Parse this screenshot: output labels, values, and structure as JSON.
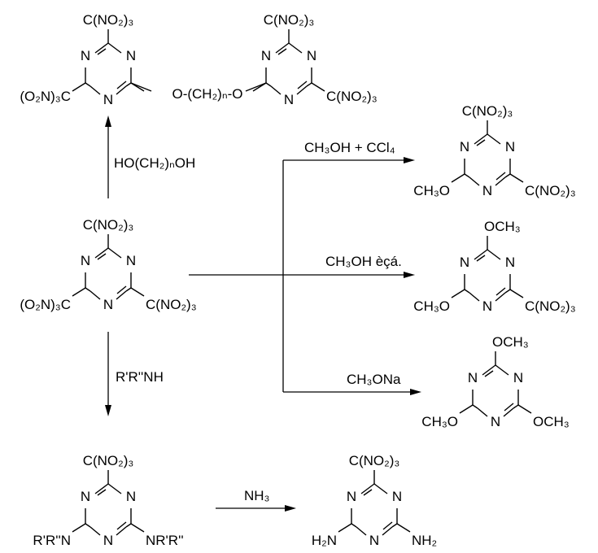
{
  "structures": {
    "top_dimer": {
      "left_ring": {
        "top": "C(NO₂)₃",
        "left": "(O₂N)₃C",
        "n1": "N",
        "n2": "N",
        "n3": "N"
      },
      "linker": "O-(CH₂)ₙ-O",
      "right_ring": {
        "top": "C(NO₂)₃",
        "right": "C(NO₂)₃",
        "n1": "N",
        "n2": "N",
        "n3": "N"
      }
    },
    "center": {
      "top": "C(NO₂)₃",
      "left": "(O₂N)₃C",
      "right": "C(NO₂)₃",
      "n1": "N",
      "n2": "N",
      "n3": "N"
    },
    "bottom_amine": {
      "top": "C(NO₂)₃",
      "left": "R'R''N",
      "right": "NR'R''",
      "n1": "N",
      "n2": "N",
      "n3": "N"
    },
    "bottom_amino": {
      "top": "C(NO₂)₃",
      "left": "H₂N",
      "right": "NH₂",
      "n1": "N",
      "n2": "N",
      "n3": "N"
    },
    "product_1": {
      "top": "C(NO₂)₃",
      "left": "CH₃O",
      "right": "C(NO₂)₃",
      "n1": "N",
      "n2": "N",
      "n3": "N"
    },
    "product_2": {
      "top": "OCH₃",
      "left": "CH₃O",
      "right": "C(NO₂)₃",
      "n1": "N",
      "n2": "N",
      "n3": "N"
    },
    "product_3": {
      "top": "OCH₃",
      "left": "CH₃O",
      "right": "OCH₃",
      "n1": "N",
      "n2": "N",
      "n3": "N"
    }
  },
  "reagents": {
    "up": "HO(CH₂)ₙOH",
    "down": "R'R''NH",
    "amination": "NH₃",
    "branch_1": "CH₃OH + CCl₄",
    "branch_2": "CH₃OH èçá.",
    "branch_3": "CH₃ONa"
  }
}
